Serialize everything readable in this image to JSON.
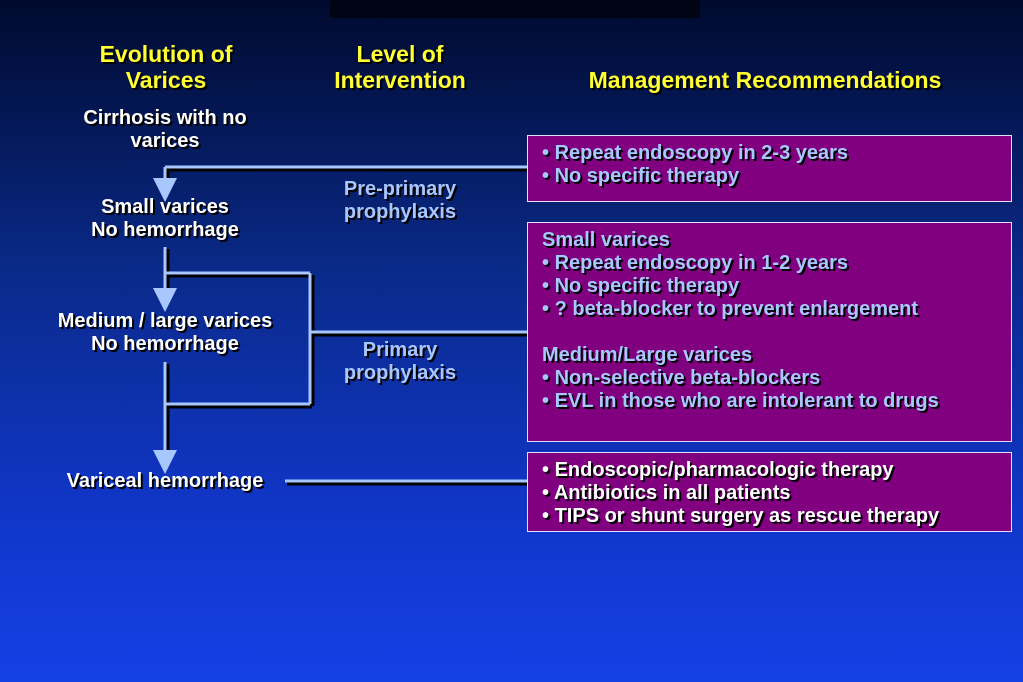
{
  "headers": {
    "evolution": [
      "Evolution of",
      "Varices"
    ],
    "level": [
      "Level of",
      "Intervention"
    ],
    "management": "Management Recommendations"
  },
  "stages": {
    "cirrhosis": [
      "Cirrhosis with no",
      "varices"
    ],
    "small": [
      "Small varices",
      "No hemorrhage"
    ],
    "medium": [
      "Medium / large varices",
      "No hemorrhage"
    ],
    "hemorrhage": "Variceal hemorrhage"
  },
  "levels": {
    "pre_primary": [
      "Pre-primary",
      "prophylaxis"
    ],
    "primary": [
      "Primary",
      "prophylaxis"
    ]
  },
  "boxes": {
    "pre_primary": {
      "bullets": [
        "Repeat endoscopy in 2-3 years",
        "No specific therapy"
      ]
    },
    "primary": {
      "small_heading": "Small varices",
      "small_bullets": [
        "Repeat endoscopy in 1-2 years",
        "No specific therapy",
        "? beta-blocker to prevent enlargement"
      ],
      "large_heading": "Medium/Large varices",
      "large_bullets": [
        "Non-selective beta-blockers",
        "EVL in those who are intolerant to drugs"
      ]
    },
    "hemorrhage": {
      "bullets": [
        "Endoscopic/pharmacologic therapy",
        "Antibiotics in all patients",
        "TIPS or shunt surgery as rescue therapy"
      ]
    }
  },
  "bullet_char": "•",
  "colors": {
    "header": "#ffff33",
    "stage": "#ffffff",
    "level": "#a9c7ff",
    "box_fill": "#800080",
    "connector": "#a9c7ff"
  }
}
